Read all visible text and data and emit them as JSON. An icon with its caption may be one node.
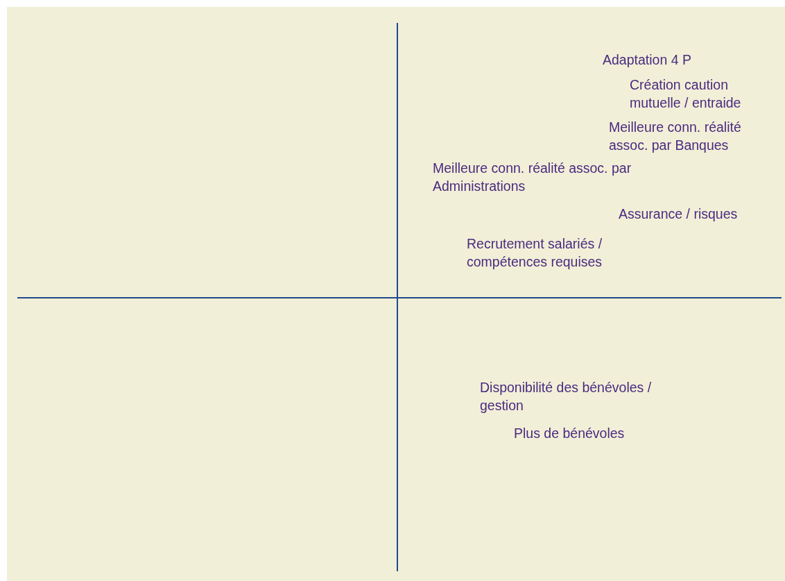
{
  "diagram": {
    "labels": [
      "Adaptation 4 P",
      "Création caution mutuelle / entraide",
      "Meilleure conn. réalité assoc. par Banques",
      "Meilleure conn. réalité assoc. par Administrations",
      "Assurance / risques",
      "Recrutement salariés / compétences requises",
      "Disponibilité des bénévoles / gestion",
      "Plus de bénévoles"
    ]
  }
}
